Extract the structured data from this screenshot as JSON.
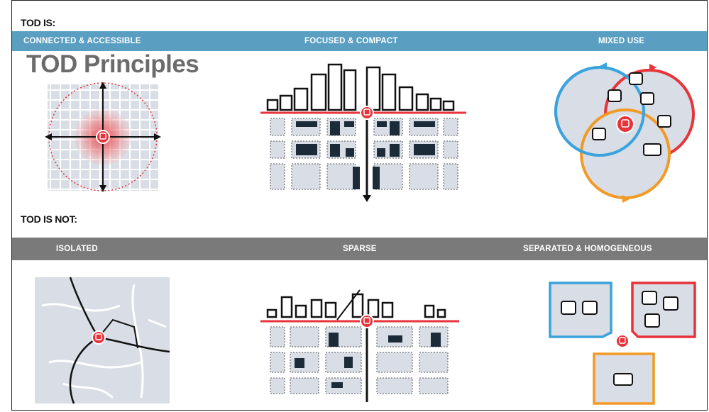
{
  "slide_title": "TOD Principles",
  "tod_is": {
    "heading": "TOD IS:",
    "items": [
      "CONNECTED & ACCESSIBLE",
      "FOCUSED & COMPACT",
      "MIXED USE"
    ]
  },
  "tod_is_not": {
    "heading": "TOD IS NOT:",
    "items": [
      "ISOLATED",
      "SPARSE",
      "SEPARATED & HOMOGENEOUS"
    ]
  },
  "colors": {
    "blue_band": "#5a9ec2",
    "grey_band": "#7a7a7a",
    "transit_red": "#e8333a",
    "loop_blue": "#3aa3dc",
    "loop_orange": "#f29a26",
    "block_fill": "#d8dde6"
  }
}
